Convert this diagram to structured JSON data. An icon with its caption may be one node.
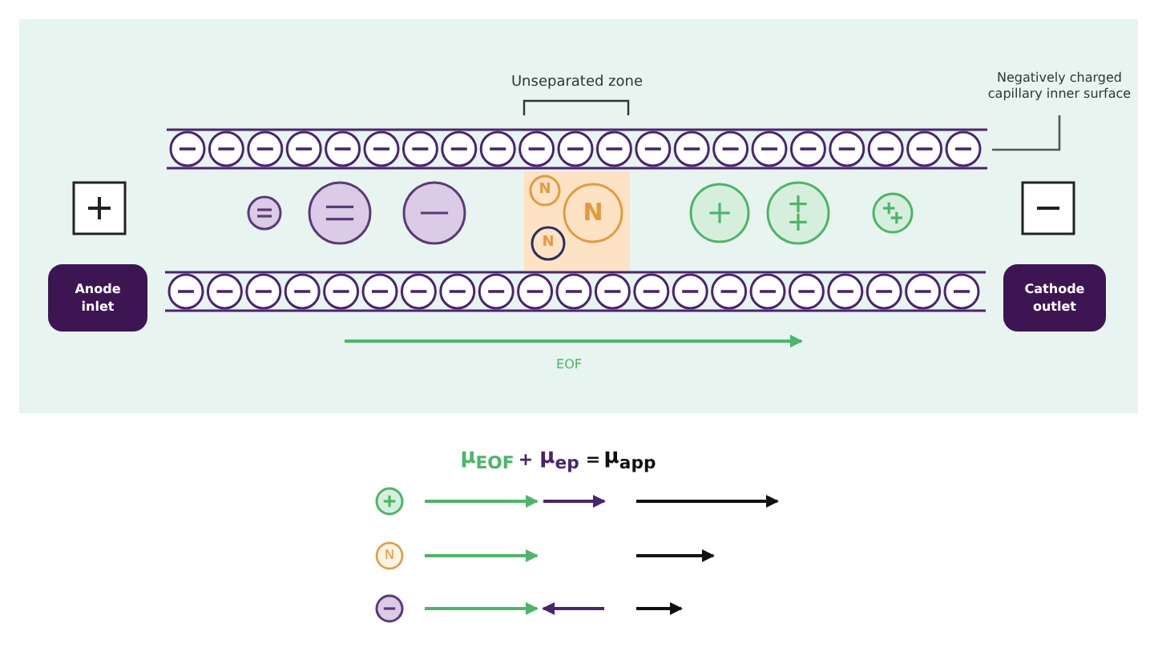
{
  "diagram": {
    "nodes": [
      {
        "text": [
          "Negatively charged capillary inner surface"
        ]
      },
      {
        "text": [],
        "shape": "bar"
      },
      {
        "text": [
          "Anode inlet"
        ]
      },
      {
        "text": [
          "Cathode outlet"
        ]
      }
    ],
    "edges": [
      {
        "from": 0,
        "to": 1,
        "arrow": "none"
      }
    ],
    "labels": [
      "Unseparated zone",
      "N",
      "N",
      "N",
      "EOF",
      "μ$_{EOF}$",
      "+",
      "μ$_{ep}$",
      "=",
      "μ$_{app}$",
      "N"
    ]
  }
}
